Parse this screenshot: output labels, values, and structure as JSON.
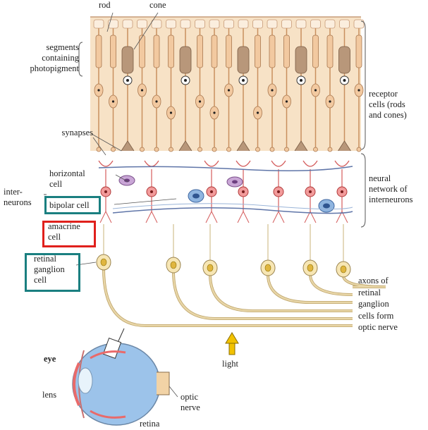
{
  "labels": {
    "rod": "rod",
    "cone": "cone",
    "segments": [
      "segments",
      "containing",
      "photopigment"
    ],
    "receptor": [
      "receptor",
      "cells (rods",
      "and cones)"
    ],
    "synapses": "synapses",
    "horizontal": [
      "horizontal",
      "cell"
    ],
    "interneurons": [
      "inter-",
      "neurons"
    ],
    "bipolar": "bipolar cell",
    "amacrine": [
      "amacrine",
      "cell"
    ],
    "ganglion": [
      "retinal",
      "ganglion",
      "cell"
    ],
    "neural": [
      "neural",
      "network of",
      "interneurons"
    ],
    "axons": [
      "axons of",
      "retinal",
      "ganglion",
      "cells form",
      "optic nerve"
    ],
    "light": "light",
    "eye": "eye",
    "lens": "lens",
    "optic": [
      "optic",
      "nerve"
    ],
    "retina": "retina"
  },
  "colors": {
    "highlight_teal": "#1a7f80",
    "highlight_red": "#e0201c",
    "receptor_fill": "#f2c9a0",
    "photopigment": "#b8977a",
    "horizontal_fill": "#c9a6d6",
    "bipolar_fill": "#f29b9b",
    "amacrine_fill": "#8fb5e0",
    "ganglion_fill": "#f7e6b4",
    "axon": "#e8d6a8",
    "light_arrow": "#f2c200"
  }
}
